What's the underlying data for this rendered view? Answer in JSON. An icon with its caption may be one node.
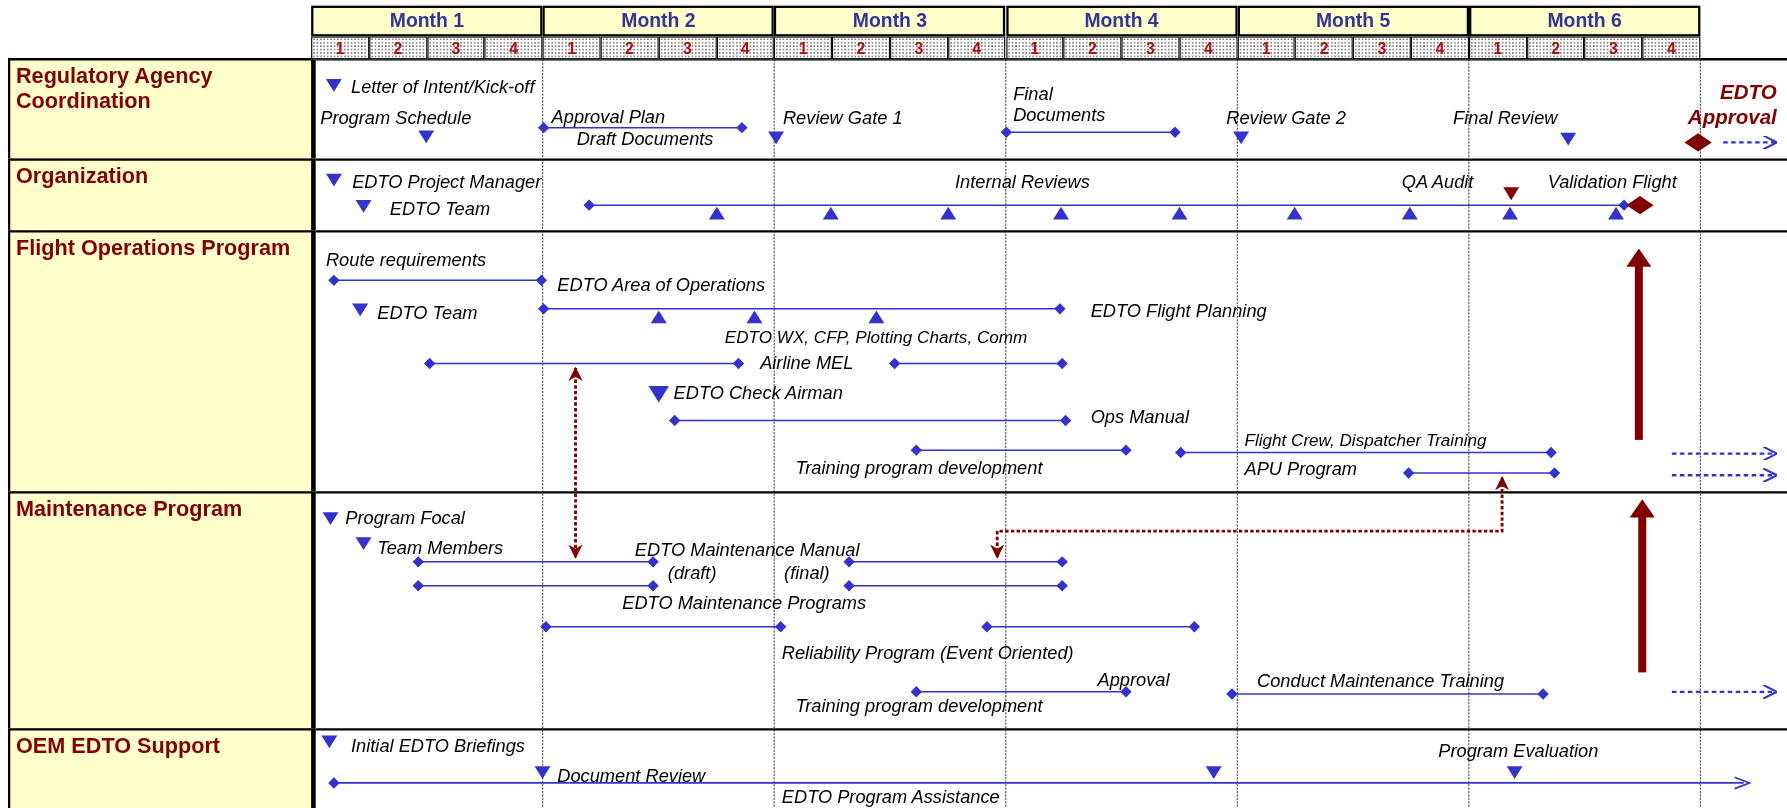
{
  "diagram": {
    "nodes": [
      {
        "text": [
          "Regulatory Agency Coordination"
        ]
      },
      {
        "text": [
          "Organization"
        ]
      },
      {
        "text": [
          "Flight Operations Program"
        ]
      },
      {
        "text": [
          "Maintenance Program"
        ]
      },
      {
        "text": [
          "OEM EDTO Support"
        ]
      },
      {
        "text": [],
        "shape": "bar",
        "beside": [
          "Airline MEL"
        ]
      },
      {
        "text": [],
        "shape": "bar",
        "beside": [
          "(draft)"
        ]
      },
      {
        "text": [],
        "shape": "bar",
        "beside": [
          "APU Program"
        ]
      },
      {
        "text": [],
        "shape": "bar",
        "beside": [
          "(final)"
        ]
      }
    ],
    "edges": [
      {
        "from": 5,
        "to": 6,
        "arrow": "both",
        "style": "dashed"
      },
      {
        "from": 7,
        "to": 8,
        "arrow": "both",
        "style": "dashed"
      }
    ],
    "labels": [
      "Month 1",
      "Month 2",
      "Month 3",
      "Month 4",
      "Month 5",
      "Month 6",
      "1",
      "2",
      "3",
      "4",
      "1",
      "2",
      "3",
      "4",
      "1",
      "2",
      "3",
      "4",
      "1",
      "2",
      "3",
      "4",
      "1",
      "2",
      "3",
      "4",
      "1",
      "2",
      "3",
      "4",
      "Letter of Intent/Kick-off",
      "Final Documents",
      "EDTO Approval",
      "Program Schedule",
      "Approval Plan",
      "Review Gate 1",
      "Review Gate 2",
      "Final Review",
      "Draft Documents",
      "EDTO Project Manager",
      "Internal Reviews",
      "QA Audit",
      "Validation Flight",
      "EDTO Team",
      "Route requirements",
      "EDTO Area of Operations",
      "EDTO Team",
      "EDTO Flight Planning",
      "EDTO WX, CFP, Plotting Charts, Comm",
      "EDTO Check Airman",
      "Ops Manual",
      "Flight Crew, Dispatcher Training",
      "Training program development",
      "Program Focal",
      "Team Members",
      "EDTO Maintenance Manual",
      "EDTO Maintenance Programs",
      "Reliability Program (Event Oriented)",
      "Approval",
      "Conduct Maintenance Training",
      "Training program development",
      "Initial EDTO Briefings",
      "Program Evaluation",
      "Document Review",
      "EDTO Program Assistance"
    ]
  }
}
